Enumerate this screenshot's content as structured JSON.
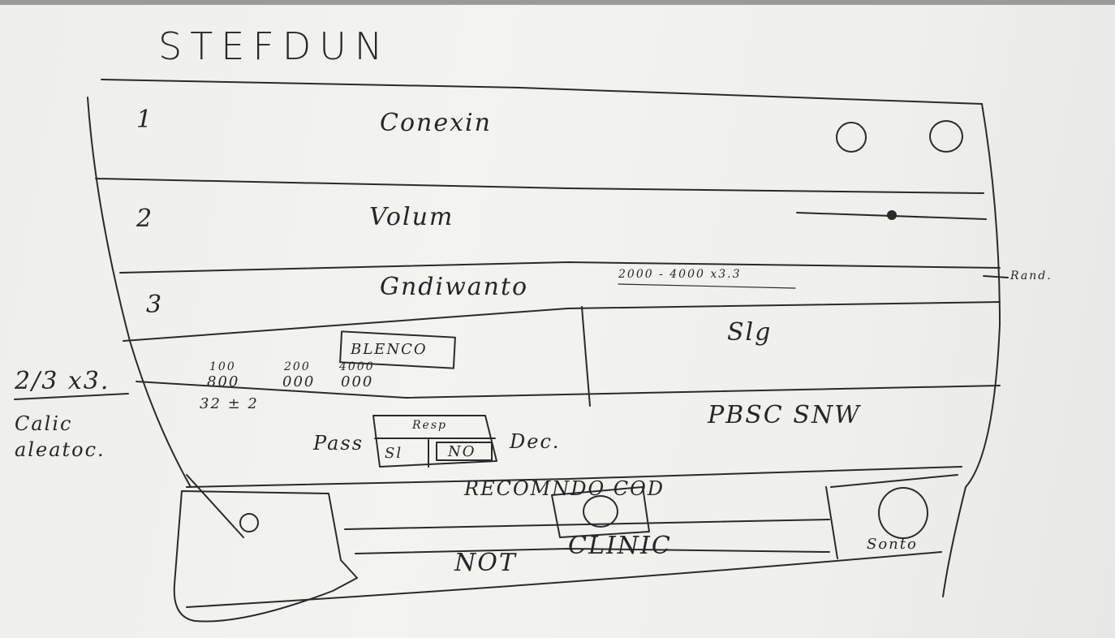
{
  "title": "STEFDUN",
  "rows": [
    {
      "number": "1",
      "label": "Conexin"
    },
    {
      "number": "2",
      "label": "Volum"
    },
    {
      "number": "3",
      "label": "Gndiwanto",
      "range": "2000 - 4000 x3.3",
      "side_note": "Rand."
    }
  ],
  "blanco_button": "BLENCO",
  "blanco_values": [
    "100",
    "200",
    "4000",
    "800",
    "000",
    "000"
  ],
  "right_panel": "Slg",
  "counter": "32 ± 2",
  "pass_label": "Pass",
  "resp_box": {
    "title": "Resp",
    "yes": "Sl",
    "no": "NO"
  },
  "dec_label": "Dec.",
  "pass_sw": "PBSC SNW",
  "reco_label": "RECOMNDO COD",
  "note_label": "NOT",
  "clinic_label": "CLINIC",
  "sonido_label": "Sonto",
  "left_note_ratio": "2/3 x3.",
  "left_note_text": [
    "Calic",
    "aleatoc."
  ],
  "icons": [
    "person-icon",
    "gear-icon",
    "settings-icon",
    "slider-knob",
    "clock-icon",
    "microphone-icon",
    "sound-circle-icon"
  ]
}
